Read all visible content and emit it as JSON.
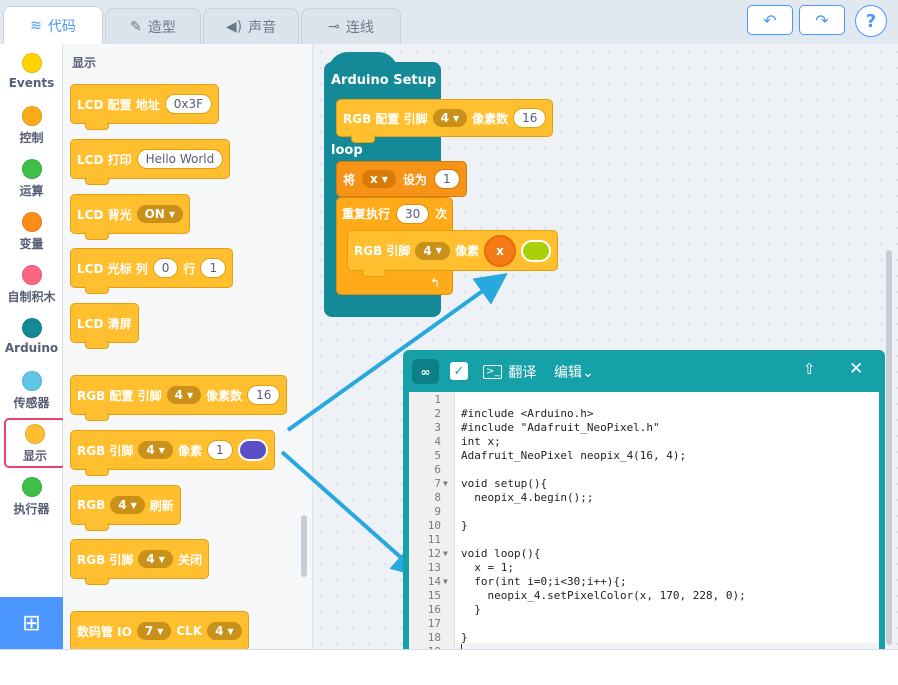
{
  "tabs": [
    {
      "label": "代码",
      "icon": "code-icon"
    },
    {
      "label": "造型",
      "icon": "brush-icon"
    },
    {
      "label": "声音",
      "icon": "speaker-icon"
    },
    {
      "label": "连线",
      "icon": "wire-icon"
    }
  ],
  "top_buttons": {
    "undo": "↶",
    "redo": "↷",
    "help": "?"
  },
  "categories": [
    {
      "label": "Events",
      "color": "#ffd500"
    },
    {
      "label": "控制",
      "color": "#ffab19"
    },
    {
      "label": "运算",
      "color": "#40bf4a"
    },
    {
      "label": "变量",
      "color": "#ff8c1a"
    },
    {
      "label": "自制积木",
      "color": "#ff6680"
    },
    {
      "label": "Arduino",
      "color": "#148a98"
    },
    {
      "label": "传感器",
      "color": "#5cc8e6"
    },
    {
      "label": "显示",
      "color": "#ffbf2e"
    },
    {
      "label": "执行器",
      "color": "#40bf4a"
    }
  ],
  "palette": {
    "title": "显示",
    "lcd_addr": {
      "label": "LCD 配置 地址",
      "value": "0x3F"
    },
    "lcd_print": {
      "label": "LCD 打印",
      "value": "Hello World"
    },
    "lcd_backlight": {
      "label": "LCD 背光",
      "value": "ON"
    },
    "lcd_cursor": {
      "label": "LCD 光标 列",
      "col": "0",
      "row_label": "行",
      "row": "1"
    },
    "lcd_clear": {
      "label": "LCD 清屏"
    },
    "rgb_config": {
      "label": "RGB 配置 引脚",
      "pin": "4",
      "count_label": "像素数",
      "count": "16"
    },
    "rgb_pixel": {
      "label": "RGB 引脚",
      "pin": "4",
      "px_label": "像素",
      "px": "1",
      "color": "#5a4fc4"
    },
    "rgb_refresh": {
      "label": "RGB",
      "pin": "4",
      "action": "刷新"
    },
    "rgb_off": {
      "label": "RGB 引脚",
      "pin": "4",
      "action": "关闭"
    },
    "seg": {
      "label": "数码管 IO",
      "io": "7",
      "clk_label": "CLK",
      "clk": "4"
    }
  },
  "workspace": {
    "setup_label": "Arduino Setup",
    "loop_label": "loop",
    "rgb_config": {
      "label": "RGB 配置 引脚",
      "pin": "4",
      "count_label": "像素数",
      "count": "16"
    },
    "set_var": {
      "label": "将",
      "var": "x",
      "mid": "设为",
      "value": "1"
    },
    "repeat": {
      "label": "重复执行",
      "times": "30",
      "unit": "次"
    },
    "rgb_pixel": {
      "label": "RGB 引脚",
      "pin": "4",
      "px_label": "像素",
      "px": "x",
      "color": "#a8d10a"
    },
    "loop_arrow": "↰"
  },
  "code_window": {
    "title_translate": "翻译",
    "title_edit": "编辑",
    "lines": [
      "",
      "#include <Arduino.h>",
      "#include \"Adafruit_NeoPixel.h\"",
      "int x;",
      "Adafruit_NeoPixel neopix_4(16, 4);",
      "",
      "void setup(){",
      "  neopix_4.begin();;",
      "",
      "}",
      "",
      "void loop(){",
      "  x = 1;",
      "  for(int i=0;i<30;i++){;",
      "    neopix_4.setPixelColor(x, 170, 228, 0);",
      "  }",
      "",
      "}",
      ""
    ],
    "fold_lines": [
      7,
      12,
      14
    ]
  }
}
